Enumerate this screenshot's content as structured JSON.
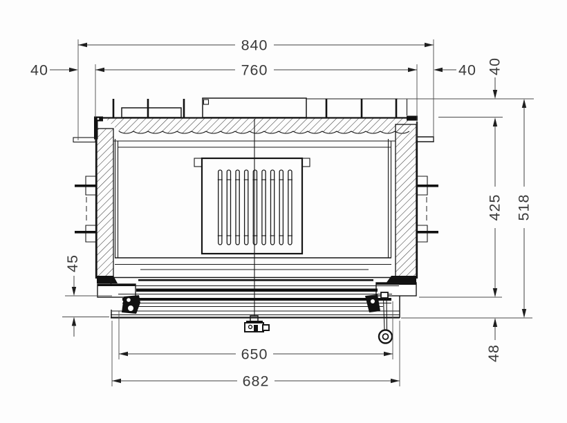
{
  "drawing": {
    "kind": "technical-dimension-drawing",
    "subject": "fireplace-insert front section",
    "dims": {
      "overall_width": "840",
      "inner_width": "760",
      "left_offset": "40",
      "right_offset": "40",
      "top_offset": "40",
      "firebox_height": "425",
      "overall_height": "518",
      "plinth_left": "45",
      "plinth_right": "48",
      "door_width": "650",
      "base_width": "682"
    }
  }
}
